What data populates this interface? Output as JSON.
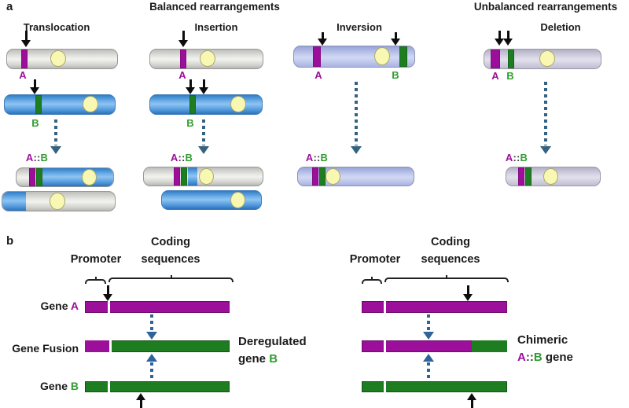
{
  "colors": {
    "gene_a_purple": "#9c0f9a",
    "gene_b_green": "#1e7d20",
    "green_text": "#2f9e2f",
    "dotted_arrow_slate": "#35637f",
    "dotted_arrow_blue": "#2e639c",
    "centromere_yellow": "#f8f8b2",
    "chromosome_blue": "#4e95da",
    "chromosome_gray": "#d9d9d6",
    "chromosome_periwinkle": "#b3bde8",
    "chromosome_lavender": "#c9c7d8",
    "text_dark": "#1a1a1a"
  },
  "panel_a": {
    "panel_label": "a",
    "balanced_header": "Balanced rearrangements",
    "unbalanced_header": "Unbalanced rearrangements",
    "translocation": {
      "title": "Translocation",
      "a": "A",
      "b": "B",
      "fusion_a": "A",
      "fusion_sep": "::",
      "fusion_b": "B"
    },
    "insertion": {
      "title": "Insertion",
      "a": "A",
      "b": "B",
      "fusion_a": "A",
      "fusion_sep": "::",
      "fusion_b": "B"
    },
    "inversion": {
      "title": "Inversion",
      "a": "A",
      "b": "B",
      "fusion_a": "A",
      "fusion_sep": "::",
      "fusion_b": "B"
    },
    "deletion": {
      "title": "Deletion",
      "a": "A",
      "b": "B",
      "fusion_a": "A",
      "fusion_sep": "::",
      "fusion_b": "B"
    }
  },
  "panel_b": {
    "panel_label": "b",
    "left": {
      "coding_label_line1": "Coding",
      "coding_label_line2": "sequences",
      "promoter_label": "Promoter",
      "gene_a_word": "Gene ",
      "gene_a_letter": "A",
      "gene_fusion_label": "Gene Fusion",
      "gene_b_word": "Gene ",
      "gene_b_letter": "B",
      "annotation_line1": "Deregulated",
      "annotation_line2_word": "gene ",
      "annotation_line2_letter": "B"
    },
    "right": {
      "coding_label_line1": "Coding",
      "coding_label_line2": "sequences",
      "promoter_label": "Promoter",
      "annotation_line1": "Chimeric",
      "annotation_a": "A",
      "annotation_sep": "::",
      "annotation_b": "B",
      "annotation_suffix": " gene"
    }
  }
}
